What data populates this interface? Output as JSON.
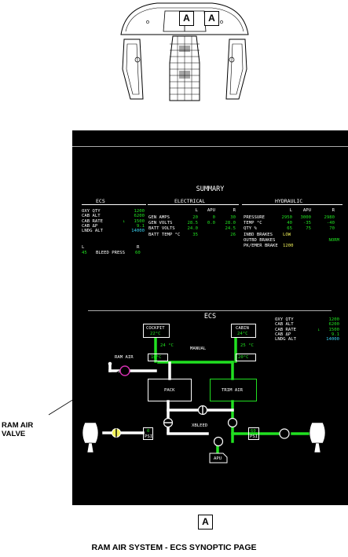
{
  "locator": {
    "label_left": "A",
    "label_right": "A"
  },
  "callout": {
    "line1": "RAM AIR",
    "line2": "VALVE"
  },
  "figure": {
    "ref": "A",
    "title": "RAM AIR SYSTEM - ECS SYNOPTIC PAGE"
  },
  "summary": {
    "title": "SUMMARY",
    "ecs": {
      "title": "ECS",
      "rows": [
        {
          "label": "OXY QTY",
          "value": "1200",
          "color": "#21e021"
        },
        {
          "label": "CAB ALT",
          "value": "6200",
          "color": "#21e021"
        },
        {
          "label": "CAB RATE",
          "value": "1500",
          "arrow": "↓",
          "color": "#21e021"
        },
        {
          "label": "CAB ΔP",
          "value": "9.1",
          "color": "#21e021"
        },
        {
          "label": "LNDG ALT",
          "value": "14000",
          "color": "#39d3f5"
        }
      ],
      "bleed": {
        "l_label": "L",
        "r_label": "R",
        "l_value": "45",
        "r_value": "60",
        "label": "BLEED PRESS"
      }
    },
    "electrical": {
      "title": "ELECTRICAL",
      "cols": [
        "L",
        "APU",
        "R"
      ],
      "rows": [
        {
          "label": "GEN AMPS",
          "values": [
            "20",
            "0",
            "30"
          ]
        },
        {
          "label": "GEN VOLTS",
          "values": [
            "28.5",
            "0.0",
            "28.0"
          ]
        },
        {
          "label": "BATT VOLTS",
          "values": [
            "24.0",
            "",
            "24.5"
          ]
        },
        {
          "label": "BATT TEMP °C",
          "values": [
            "35",
            "",
            "26"
          ]
        }
      ]
    },
    "hydraulic": {
      "title": "HYDRAULIC",
      "cols": [
        "L",
        "APU",
        "R"
      ],
      "rows": [
        {
          "label": "PRESSURE",
          "values": [
            "2950",
            "3000",
            "2980"
          ]
        },
        {
          "label": "TEMP °C",
          "values": [
            "40",
            "-35",
            "-40"
          ]
        },
        {
          "label": "QTY %",
          "values": [
            "65",
            "75",
            "70"
          ]
        }
      ],
      "brakes": [
        {
          "label": "INBD BRAKES",
          "value": "LOW",
          "color": "#f2f25a"
        },
        {
          "label": "OUTBD BRAKES",
          "value": "NORM",
          "color": "#21e021"
        },
        {
          "label": "PK/EMER BRAKE",
          "value": "1200",
          "color": "#f2f25a"
        }
      ]
    }
  },
  "ecs": {
    "title": "ECS",
    "readouts": [
      {
        "label": "OXY QTY",
        "value": "1200",
        "color": "#21e021"
      },
      {
        "label": "CAB ALT",
        "value": "6200",
        "color": "#21e021"
      },
      {
        "label": "CAB RATE",
        "value": "1500",
        "arrow": "↓",
        "color": "#21e021"
      },
      {
        "label": "CAB ΔP",
        "value": "9.1",
        "color": "#21e021"
      },
      {
        "label": "LNDG ALT",
        "value": "14000",
        "color": "#39d3f5"
      }
    ],
    "cockpit": {
      "label": "COCKPIT",
      "temp": "22°C"
    },
    "cabin": {
      "label": "CABIN",
      "temp": "24°C"
    },
    "cockpit_supply": "24 °C",
    "cabin_supply": "25 °C",
    "cockpit_duct": "16°C",
    "cabin_duct": "20°C",
    "mode": "MANUAL",
    "ram_air": "RAM AIR",
    "pack": "PACK",
    "trim_air": "TRIM AIR",
    "xbleed": "XBLEED",
    "left_press": {
      "value": "0",
      "unit": "PSI"
    },
    "right_press": {
      "value": "60",
      "unit": "PSI"
    },
    "apu": "APU"
  }
}
